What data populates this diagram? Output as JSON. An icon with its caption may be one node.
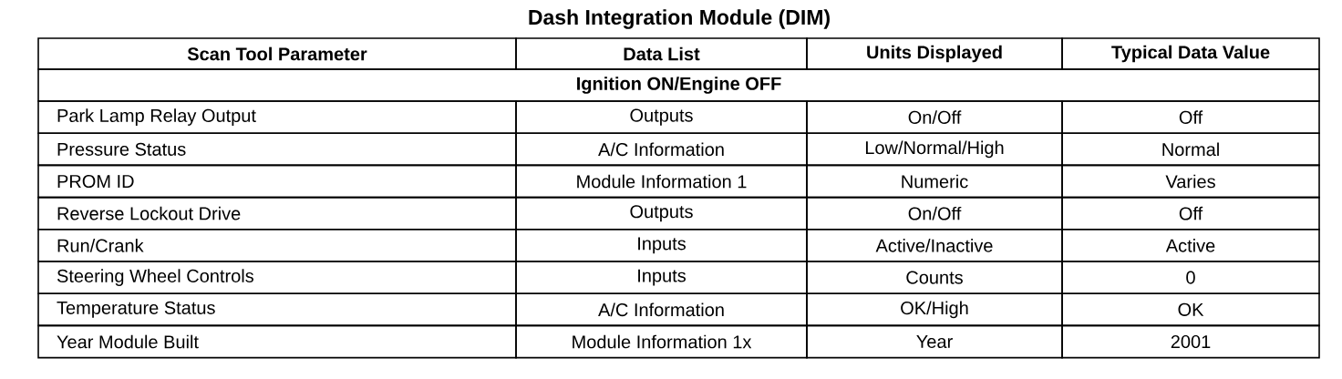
{
  "diagram": {
    "title": "Dash Integration Module (DIM)",
    "labels": [
      "Scan Tool Parameter",
      "Data List",
      "Units Displayed",
      "Typical Data Value",
      "Ignition ON/Engine OFF",
      "Park Lamp Relay Output",
      "Outputs",
      "On/Off",
      "Off",
      "Pressure Status",
      "A/C Information",
      "Low/Normal/High",
      "Normal",
      "PROM ID",
      "Module Information 1",
      "Numeric",
      "Varies",
      "Reverse Lockout Drive",
      "Outputs",
      "On/Off",
      "Off",
      "Run/Crank",
      "Inputs",
      "Active/Inactive",
      "Active",
      "Steering Wheel Controls",
      "Inputs",
      "Counts",
      "0",
      "Temperature Status",
      "A/C Information",
      "OK/High",
      "OK",
      "Year Module Built",
      "Module Information 1x",
      "Year",
      "2001"
    ]
  }
}
